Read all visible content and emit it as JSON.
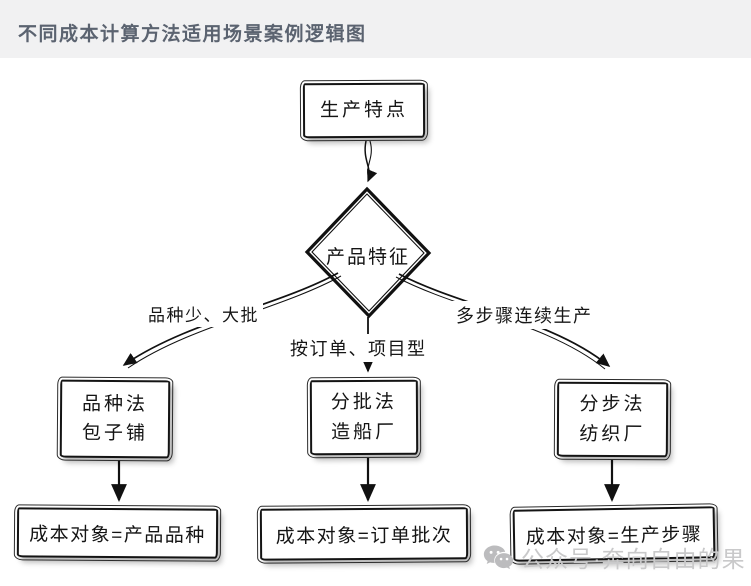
{
  "header": {
    "title": "不同成本计算方法适用场景案例逻辑图"
  },
  "flowchart": {
    "start": {
      "label": "生产特点"
    },
    "decision": {
      "label": "产品特征"
    },
    "branches": [
      {
        "condition": "品种少、大批",
        "method": "品种法",
        "example": "包子铺",
        "cost_object": "成本对象=产品品种"
      },
      {
        "condition": "按订单、项目型",
        "method": "分批法",
        "example": "造船厂",
        "cost_object": "成本对象=订单批次"
      },
      {
        "condition": "多步骤连续生产",
        "method": "分步法",
        "example": "纺织厂",
        "cost_object": "成本对象=生产步骤"
      }
    ]
  },
  "watermark": {
    "icon": "wechat-icon",
    "text": "公众号·奔向自由的果"
  },
  "colors": {
    "header_bg": "#f1f1f2",
    "title_text": "#5b6370",
    "line": "#111111",
    "node_border": "#141414",
    "watermark": "#c9c9ca",
    "canvas_bg": "#ffffff"
  }
}
